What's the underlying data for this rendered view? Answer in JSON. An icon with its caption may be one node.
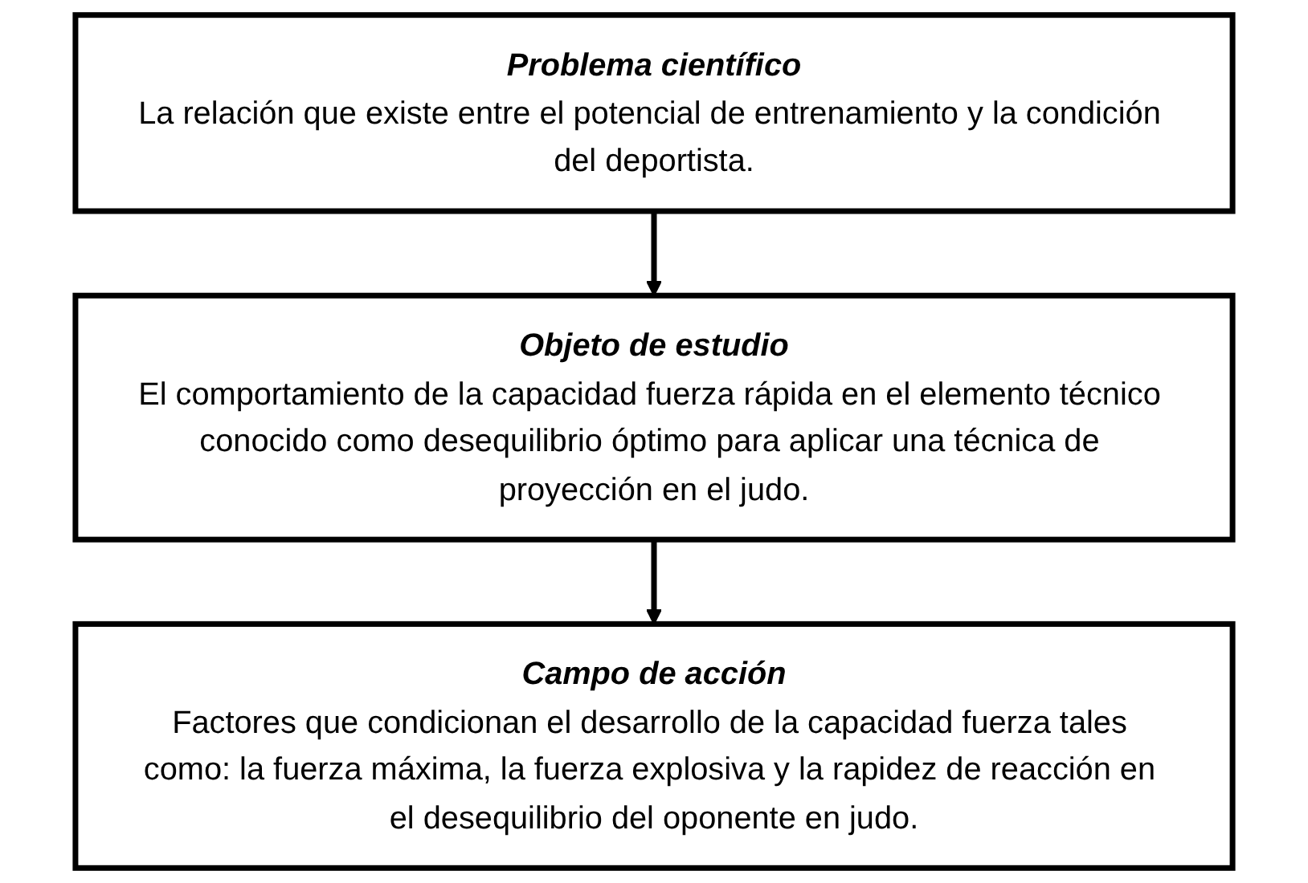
{
  "diagram": {
    "nodes": [
      {
        "text": [
          "Problema científico",
          "La relación que existe entre el potencial de entrenamiento y la condición del deportista."
        ]
      },
      {
        "text": [
          "Objeto de estudio",
          "El comportamiento de la capacidad fuerza rápida en el elemento técnico conocido como desequilibrio óptimo para aplicar una técnica de proyección en el judo."
        ]
      },
      {
        "text": [
          "Campo de acción",
          "Factores que condicionan el desarrollo de la capacidad fuerza tales como: la fuerza máxima, la fuerza explosiva y la rapidez de reacción en el desequilibrio del oponente en judo."
        ]
      }
    ],
    "edges": [
      {
        "from": 0,
        "to": 1,
        "arrow": "to"
      },
      {
        "from": 1,
        "to": 2,
        "arrow": "to"
      }
    ]
  }
}
